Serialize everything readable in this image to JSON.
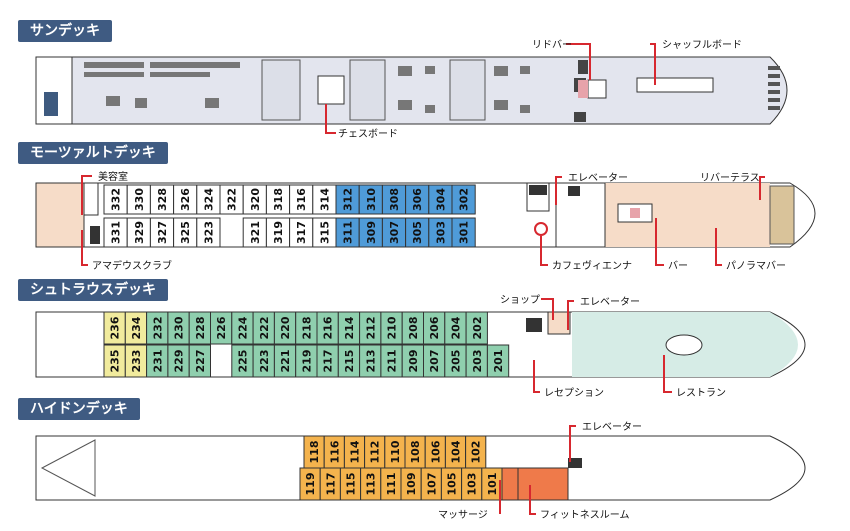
{
  "decks": [
    {
      "id": "sun",
      "title": "サンデッキ",
      "labels": {
        "bar": "リドバー",
        "shuffleboard": "シャッフルボード",
        "chess": "チェスボード"
      }
    },
    {
      "id": "mozart",
      "title": "モーツァルトデッキ",
      "labels": {
        "beauty": "美容室",
        "amadeus": "アマデウスクラブ",
        "elevator": "エレベーター",
        "river_terrace": "リバーテラス",
        "cafe": "カフェヴィエンナ",
        "bar": "バー",
        "panorama_bar": "パノラマバー"
      },
      "cabins_top": [
        "332",
        "330",
        "328",
        "326",
        "324",
        "322",
        "320",
        "318",
        "316",
        "314",
        "312",
        "310",
        "308",
        "306",
        "304",
        "302"
      ],
      "cabins_bottom": [
        "331",
        "329",
        "327",
        "325",
        "323",
        "",
        "321",
        "319",
        "317",
        "315",
        "311",
        "309",
        "307",
        "305",
        "303",
        "301"
      ]
    },
    {
      "id": "strauss",
      "title": "シュトラウスデッキ",
      "labels": {
        "shop": "ショップ",
        "elevator": "エレベーター",
        "reception": "レセプション",
        "restaurant": "レストラン"
      },
      "cabins_top": [
        "236",
        "234",
        "232",
        "230",
        "228",
        "226",
        "224",
        "222",
        "220",
        "218",
        "216",
        "214",
        "212",
        "210",
        "208",
        "206",
        "204",
        "202"
      ],
      "cabins_bottom": [
        "235",
        "233",
        "231",
        "229",
        "227",
        "",
        "225",
        "223",
        "221",
        "219",
        "217",
        "215",
        "213",
        "211",
        "209",
        "207",
        "205",
        "203",
        "201"
      ]
    },
    {
      "id": "haydn",
      "title": "ハイドンデッキ",
      "labels": {
        "elevator": "エレベーター",
        "massage": "マッサージ",
        "fitness": "フィットネスルーム"
      },
      "cabins_top": [
        "118",
        "116",
        "114",
        "112",
        "110",
        "108",
        "106",
        "104",
        "102"
      ],
      "cabins_bottom": [
        "119",
        "117",
        "115",
        "113",
        "111",
        "109",
        "107",
        "105",
        "103",
        "101"
      ]
    }
  ],
  "colors": {
    "title_bg": "#3f5b82",
    "blue_cabin": "#4f9bd8",
    "white_cabin": "#ffffff",
    "teal_cabin": "#8fcfae",
    "yellow_cabin": "#f1eb9d",
    "orange_cabin": "#f4b34d",
    "massage": "#ef7a4a",
    "panorama": "#f6dcc8",
    "restaurant": "#d6ece6",
    "deck_bg": "#e3e5ee",
    "callout": "#d7282f"
  }
}
